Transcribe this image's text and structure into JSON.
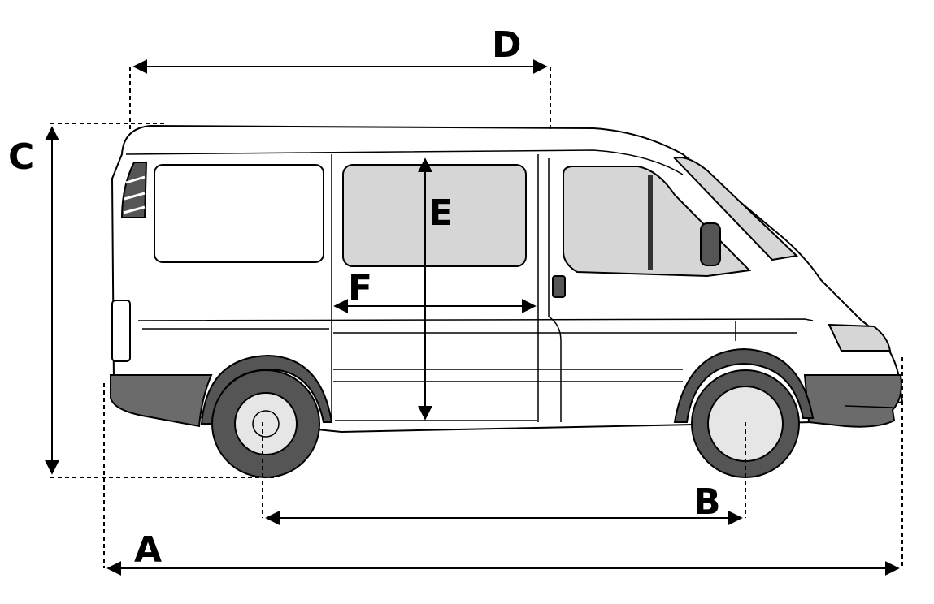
{
  "labels": {
    "A": "A",
    "B": "B",
    "C": "C",
    "D": "D",
    "E": "E",
    "F": "F"
  },
  "colors": {
    "bumper": "#6b6b6b",
    "glass": "#d6d6d6",
    "tire": "#555555",
    "hub": "#e6e6e6"
  },
  "icons": {
    "vehicle": "van-side-view"
  }
}
